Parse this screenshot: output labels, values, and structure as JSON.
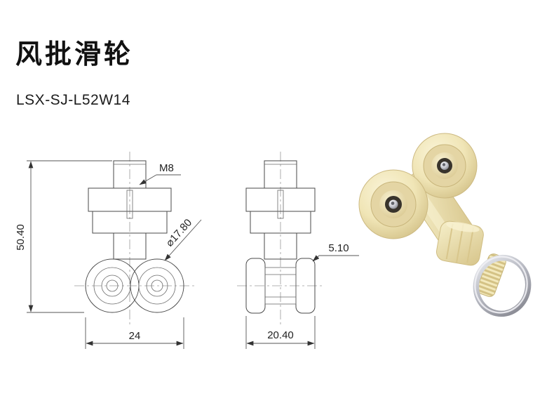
{
  "header": {
    "title": "风批滑轮",
    "model": "LSX-SJ-L52W14"
  },
  "drawing": {
    "front_view": {
      "thread": "M8",
      "height": "50.40",
      "wheel_diameter": "⌀17.80",
      "width": "24"
    },
    "side_view": {
      "flange_thickness": "5.10",
      "width": "20.40"
    }
  },
  "photo": {
    "subject": "cream double-wheel pulley with threaded stud and metal key ring"
  },
  "colors": {
    "cream": "#f0e6ba",
    "metal": "#bdbec6",
    "line": "#4a4a4a",
    "text": "#111111"
  }
}
